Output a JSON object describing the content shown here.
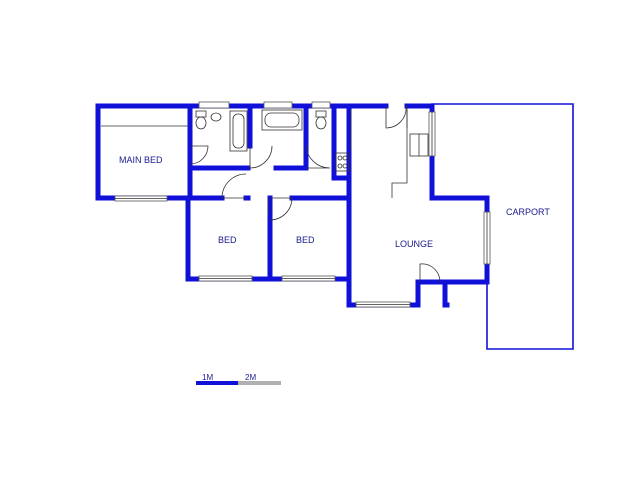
{
  "rooms": {
    "main_bed": "MAIN BED",
    "bed_1": "BED",
    "bed_2": "BED",
    "lounge": "LOUNGE",
    "carport": "CARPORT"
  },
  "scale": {
    "one": "1M",
    "two": "2M"
  },
  "colors": {
    "wall": "#1010d8",
    "label": "#1a1a8c",
    "scale_light": "#b0b0b0"
  }
}
